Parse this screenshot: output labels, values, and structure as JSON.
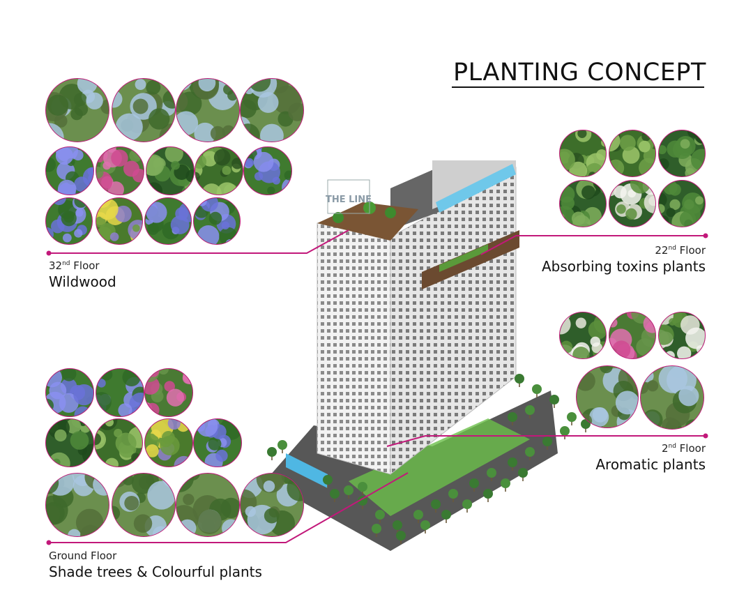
{
  "title": "PLANTING CONCEPT",
  "colors": {
    "accent": "#c2187a",
    "text": "#111111"
  },
  "zones": [
    {
      "key": "floor32",
      "ordinal": "32",
      "suffix": "nd",
      "floor_word": " Floor",
      "name": "Wildwood"
    },
    {
      "key": "floor22",
      "ordinal": "22",
      "suffix": "nd",
      "floor_word": " Floor",
      "name": "Absorbing toxins plants"
    },
    {
      "key": "floor2",
      "ordinal": "2",
      "suffix": "nd",
      "floor_word": " Floor",
      "name": "Aromatic plants"
    },
    {
      "key": "ground",
      "ordinal": "",
      "suffix": "",
      "floor_word": "Ground Floor",
      "name": "Shade trees & Colourful plants"
    }
  ],
  "building_sign": "THE LINE"
}
